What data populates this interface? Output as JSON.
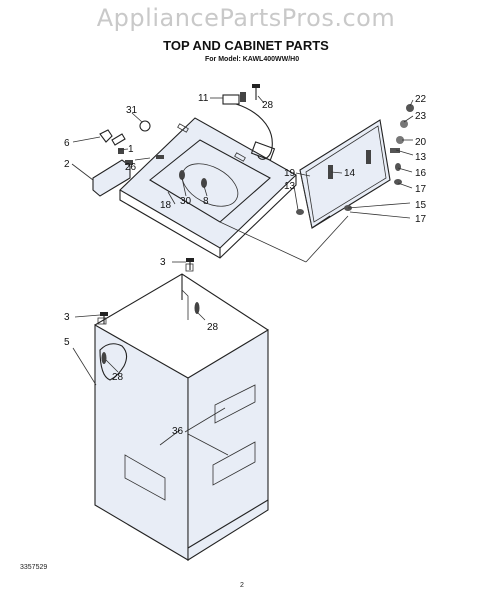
{
  "watermark": "AppliancePartsPros.com",
  "title": "TOP AND CABINET PARTS",
  "subtitle": "For Model: KAWL400WW/H0",
  "footer": {
    "doc_number": "3357529",
    "page": "2"
  },
  "callouts": {
    "c1": "1",
    "c2": "2",
    "c3a": "3",
    "c3b": "3",
    "c5": "5",
    "c6": "6",
    "c8": "8",
    "c11": "11",
    "c13a": "13",
    "c13b": "13",
    "c14": "14",
    "c15": "15",
    "c16": "16",
    "c17a": "17",
    "c17b": "17",
    "c18": "18",
    "c19": "19",
    "c20": "20",
    "c22": "22",
    "c23": "23",
    "c26": "26",
    "c28a": "28",
    "c28b": "28",
    "c28c": "28",
    "c30": "30",
    "c31": "31",
    "c36": "36"
  }
}
